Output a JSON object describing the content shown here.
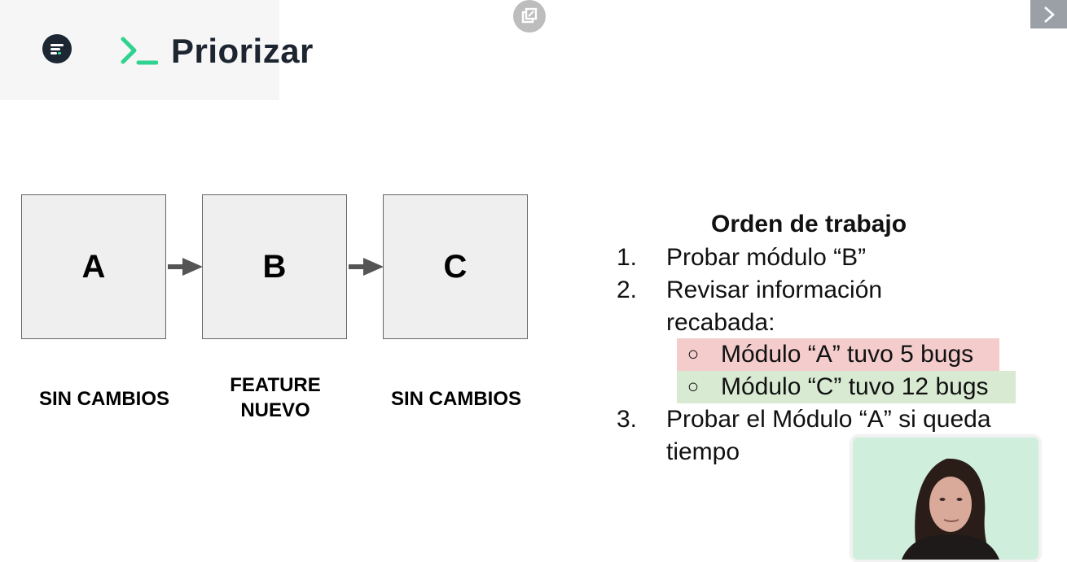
{
  "header": {
    "title": "Priorizar"
  },
  "toolbar": {
    "popout_icon": "popout-icon",
    "next_icon": "chevron-right-icon"
  },
  "diagram": {
    "boxes": [
      {
        "letter": "A",
        "label": "SIN CAMBIOS"
      },
      {
        "letter": "B",
        "label_line1": "FEATURE",
        "label_line2": "NUEVO"
      },
      {
        "letter": "C",
        "label": "SIN CAMBIOS"
      }
    ]
  },
  "work_order": {
    "title": "Orden de trabajo",
    "items": [
      {
        "number": "1.",
        "text": "Probar módulo “B”"
      },
      {
        "number": "2.",
        "text_line1": "Revisar información",
        "text_line2": "recabada:"
      },
      {
        "number": "3.",
        "text_line1": "Probar el Módulo “A” si queda",
        "text_line2": "tiempo"
      }
    ],
    "subitems": [
      {
        "bullet": "○",
        "text": "Módulo “A” tuvo 5 bugs",
        "highlight": "#f4cccc"
      },
      {
        "bullet": "○",
        "text": "Módulo “C” tuvo 12 bugs",
        "highlight": "#d9ead3"
      }
    ]
  },
  "colors": {
    "accent_green": "#2fd38f",
    "title_dark": "#1c2530"
  },
  "webcam": {
    "icon": "presenter-video"
  }
}
